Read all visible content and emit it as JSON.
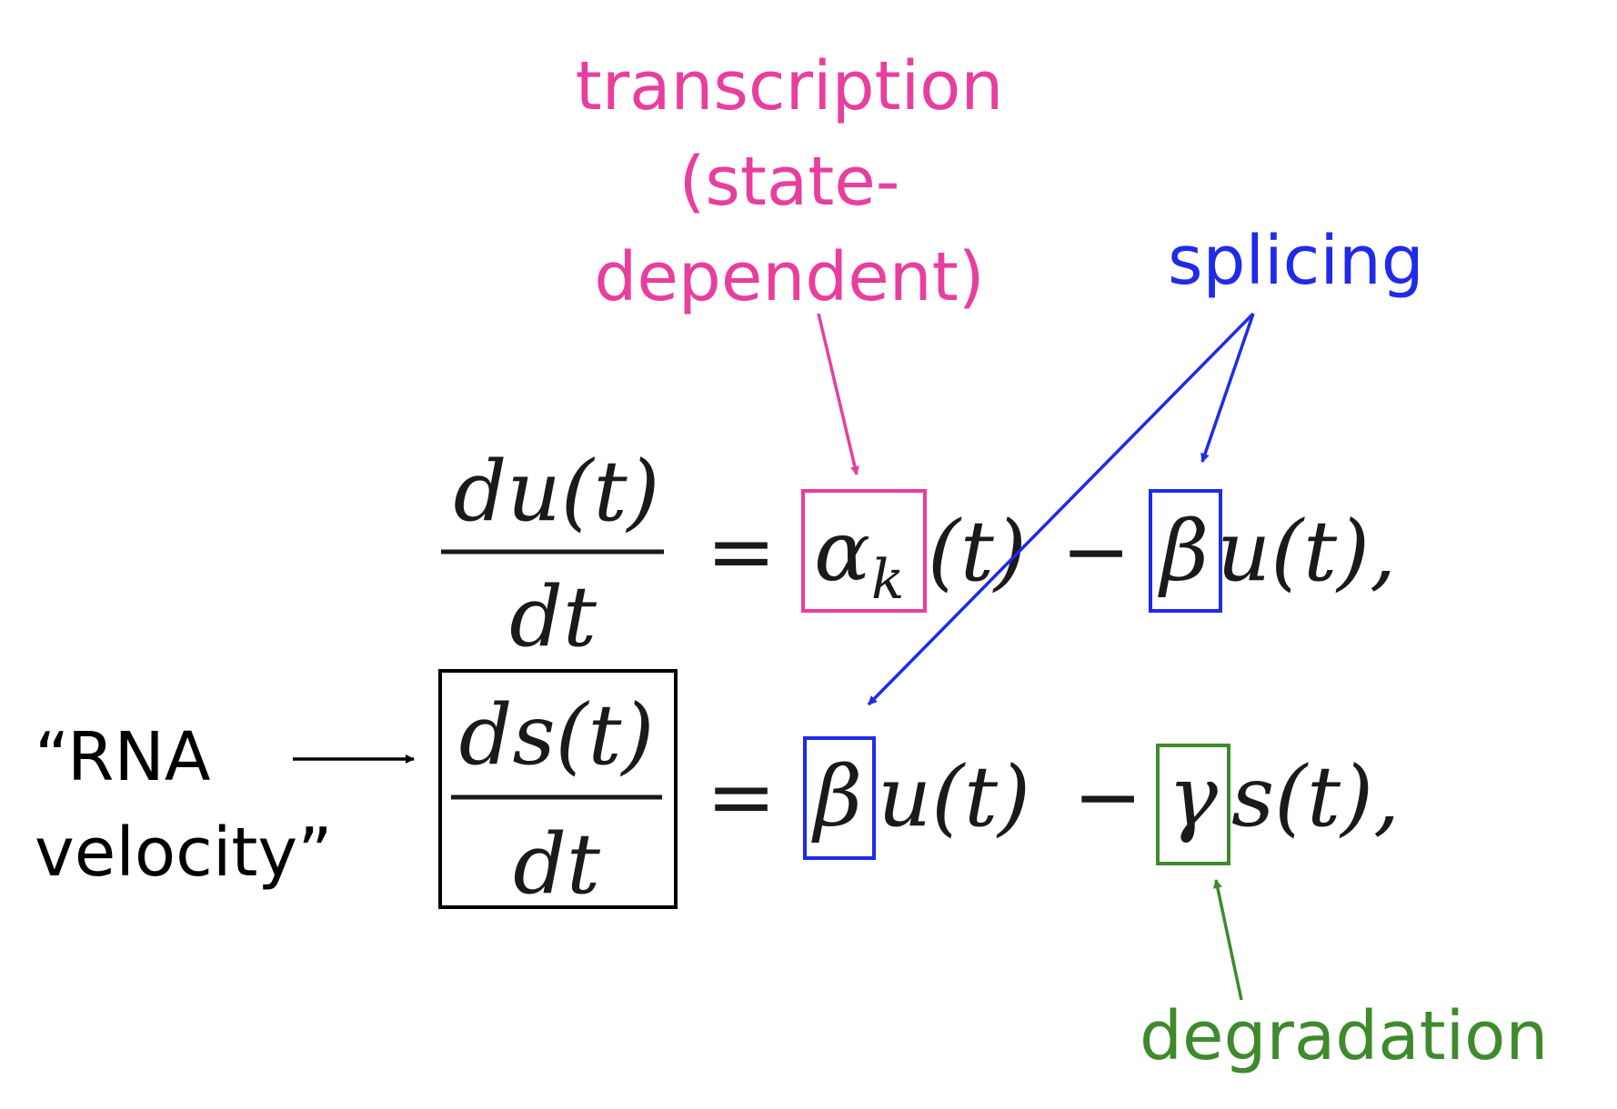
{
  "colors": {
    "transcription": "#e83e9e",
    "splicing": "#1f2be8",
    "degradation": "#3e8a2c",
    "velocity": "#000000"
  },
  "labels": {
    "transcription": [
      "transcription",
      "(state-",
      "dependent)"
    ],
    "splicing": "splicing",
    "degradation": "degradation",
    "velocity": [
      "“RNA",
      "velocity”"
    ]
  },
  "equations": {
    "eq1": {
      "numerator": "du(t)",
      "denominator": "dt",
      "equals": "=",
      "alpha": "α",
      "alpha_subscript": "k",
      "after_alpha": "(t)",
      "minus": "−",
      "beta": "β",
      "tail": "u(t),"
    },
    "eq2": {
      "numerator": "ds(t)",
      "denominator": "dt",
      "equals": "=",
      "beta": "β",
      "middle": "u(t)",
      "minus": "−",
      "gamma": "γ",
      "tail": "s(t),"
    }
  }
}
